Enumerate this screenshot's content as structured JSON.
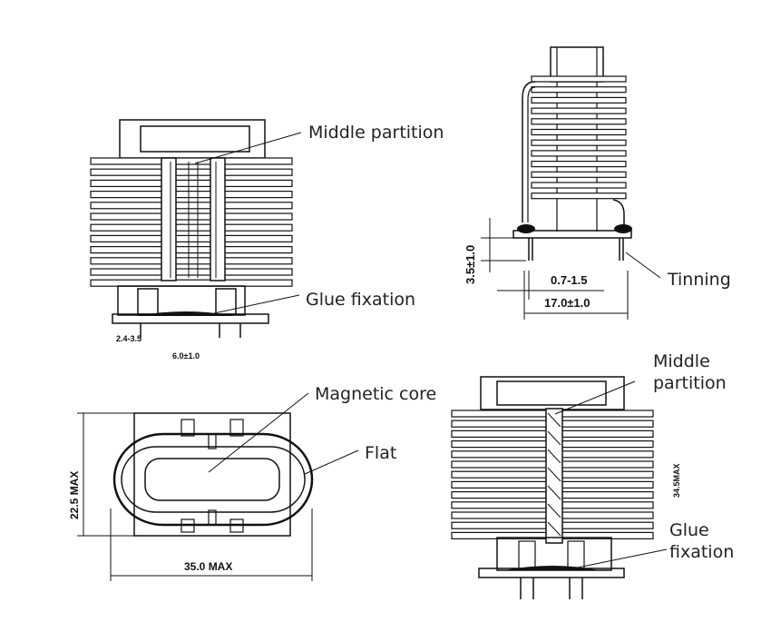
{
  "colors": {
    "ink": "#111111",
    "text": "#222222",
    "background": "#ffffff"
  },
  "views": {
    "front": {
      "callouts": {
        "middle_partition": "Middle partition",
        "glue_fixation": "Glue fixation"
      },
      "dims": {
        "pin_range": "2.4-3.5",
        "pin_pitch": "6.0±1.0"
      }
    },
    "side": {
      "callouts": {
        "tinning": "Tinning"
      },
      "dims": {
        "height": "3.5±1.0",
        "gap": "0.7-1.5",
        "width": "17.0±1.0"
      }
    },
    "bottom": {
      "callouts": {
        "magnetic_core": "Magnetic core",
        "flat": "Flat"
      },
      "dims": {
        "height_max": "22.5 MAX",
        "width_max": "35.0 MAX"
      }
    },
    "iso": {
      "callouts": {
        "middle_partition_l1": "Middle",
        "middle_partition_l2": "partition",
        "glue_l1": "Glue",
        "glue_l2": "fixation"
      },
      "dims": {
        "height_max": "34.5MAX"
      }
    }
  }
}
